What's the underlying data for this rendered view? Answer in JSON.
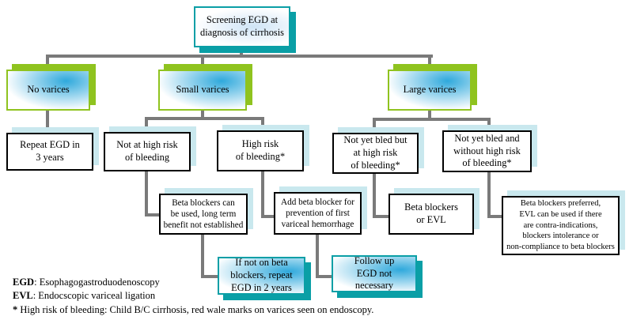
{
  "nodes": {
    "root": {
      "text": "Screening EGD at\ndiagnosis of cirrhosis"
    },
    "no_varices": {
      "text": "No varices"
    },
    "small_varices": {
      "text": "Small varices"
    },
    "large_varices": {
      "text": "Large varices"
    },
    "repeat_egd": {
      "text": "Repeat EGD in\n3 years"
    },
    "not_high_risk": {
      "text": "Not at high risk\nof bleeding"
    },
    "high_risk": {
      "text": "High risk\nof bleeding*"
    },
    "not_bled_high": {
      "text": "Not yet bled but\nat high risk\nof bleeding*"
    },
    "not_bled_low": {
      "text": "Not yet bled and\nwithout high risk\nof bleeding*"
    },
    "beta_can": {
      "text": "Beta blockers can\nbe used, long term\nbenefit not established"
    },
    "add_beta": {
      "text": "Add beta blocker for\nprevention of first\nvariceal hemorrhage"
    },
    "beta_evl": {
      "text": "Beta blockers\nor EVL"
    },
    "beta_preferred": {
      "text": "Beta blockers preferred,\nEVL can be used if there\nare contra-indications,\nblockers intolerance or\nnon-compliance to beta blockers"
    },
    "if_not_beta": {
      "text": "If not on beta\nblockers, repeat\nEGD in 2 years"
    },
    "follow_up": {
      "text": "Follow up\nEGD not\nnecessary"
    }
  },
  "legend": [
    {
      "term": "EGD",
      "definition": ": Esophagogastroduodenoscopy"
    },
    {
      "term": "EVL",
      "definition": ": Endocscopic variceal ligation"
    },
    {
      "term": "*",
      "definition": " High risk of bleeding: Child B/C cirrhosis, red wale marks on varices seen on endoscopy."
    }
  ],
  "colors": {
    "teal": "#0a9fa6",
    "green": "#8fc31f",
    "pale_blue_shadow": "#c9e8ee",
    "cyan_gradient": "#2fa9dc",
    "connector_gray": "#7a7a7a"
  }
}
